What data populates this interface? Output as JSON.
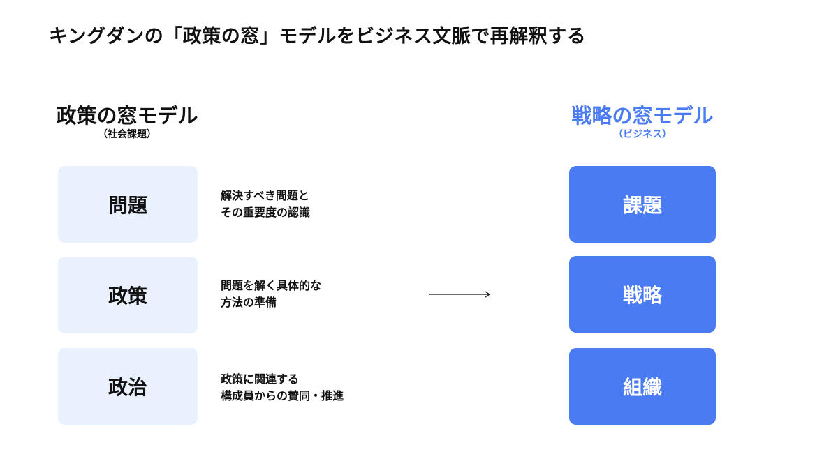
{
  "title": "キングダンの「政策の窓」モデルをビジネス文脈で再解釈する",
  "left_column": {
    "heading": "政策の窓モデル",
    "subheading": "（社会課題）",
    "items": [
      {
        "label": "問題",
        "description_line1": "解決すべき問題と",
        "description_line2": "その重要度の認識"
      },
      {
        "label": "政策",
        "description_line1": "問題を解く具体的な",
        "description_line2": "方法の準備"
      },
      {
        "label": "政治",
        "description_line1": "政策に関連する",
        "description_line2": "構成員からの賛同・推進"
      }
    ]
  },
  "right_column": {
    "heading": "戦略の窓モデル",
    "subheading": "（ビジネス）",
    "items": [
      {
        "label": "課題"
      },
      {
        "label": "戦略"
      },
      {
        "label": "組織"
      }
    ]
  },
  "colors": {
    "accent": "#4a7bf2",
    "light_box": "#e8f1fd",
    "text": "#111111"
  }
}
